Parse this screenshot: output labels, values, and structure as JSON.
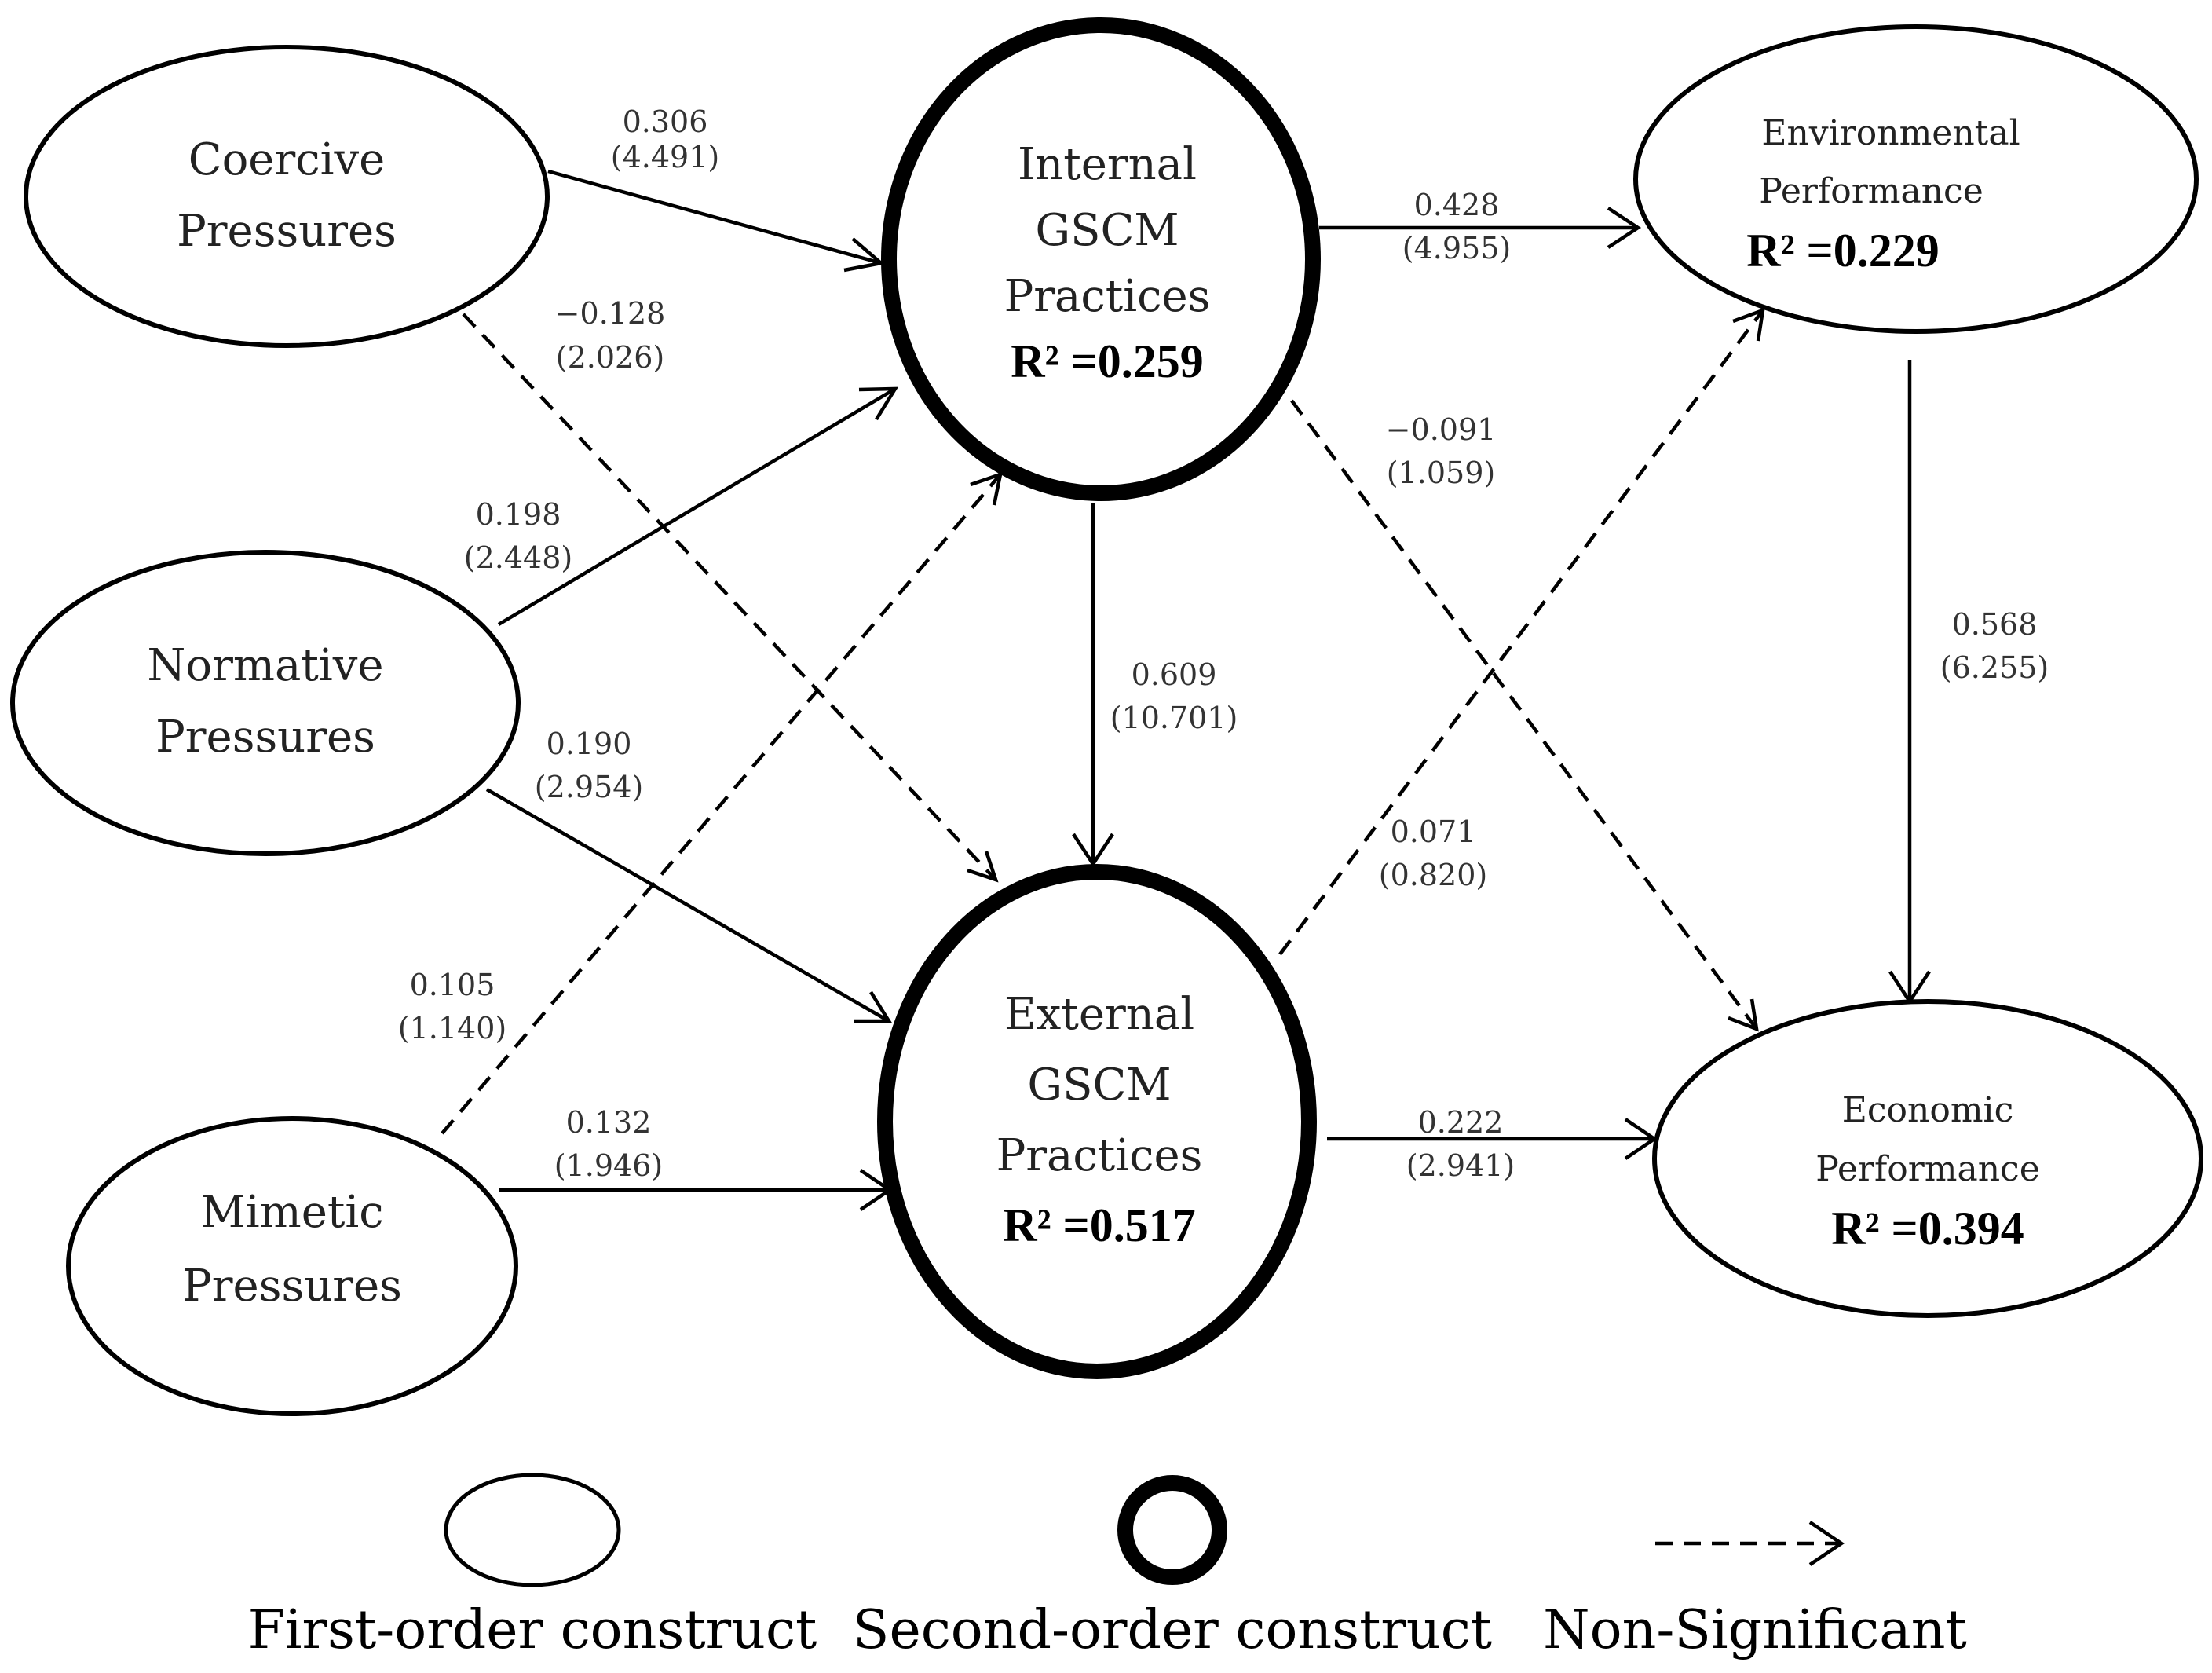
{
  "nodes": {
    "coercive": {
      "line1": "Coercive",
      "line2": "Pressures"
    },
    "normative": {
      "line1": "Normative",
      "line2": "Pressures"
    },
    "mimetic": {
      "line1": "Mimetic",
      "line2": "Pressures"
    },
    "internal": {
      "line1": "Internal",
      "line2": "GSCM",
      "line3": "Practices",
      "r2": "R² =0.259"
    },
    "external": {
      "line1": "External",
      "line2": "GSCM",
      "line3": "Practices",
      "r2": "R² =0.517"
    },
    "environmental": {
      "line1": "Environmental",
      "line2": "Performance",
      "r2": "R² =0.229"
    },
    "economic": {
      "line1": "Economic",
      "line2": "Performance",
      "r2": "R² =0.394"
    }
  },
  "paths": [
    {
      "id": "coercive-internal",
      "coef": "0.306",
      "t": "(4.491)",
      "significant": true
    },
    {
      "id": "coercive-external",
      "coef": "−0.128",
      "t": "(2.026)",
      "significant": false
    },
    {
      "id": "normative-internal",
      "coef": "0.198",
      "t": "(2.448)",
      "significant": true
    },
    {
      "id": "normative-external",
      "coef": "0.190",
      "t": "(2.954)",
      "significant": true
    },
    {
      "id": "mimetic-internal",
      "coef": "0.105",
      "t": "(1.140)",
      "significant": false
    },
    {
      "id": "mimetic-external",
      "coef": "0.132",
      "t": "(1.946)",
      "significant": true
    },
    {
      "id": "internal-environmental",
      "coef": "0.428",
      "t": "(4.955)",
      "significant": true
    },
    {
      "id": "internal-economic",
      "coef": "−0.091",
      "t": "(1.059)",
      "significant": false
    },
    {
      "id": "internal-external",
      "coef": "0.609",
      "t": "(10.701)",
      "significant": true
    },
    {
      "id": "external-environmental",
      "coef": "0.071",
      "t": "(0.820)",
      "significant": false
    },
    {
      "id": "external-economic",
      "coef": "0.222",
      "t": "(2.941)",
      "significant": true
    },
    {
      "id": "environmental-economic",
      "coef": "0.568",
      "t": "(6.255)",
      "significant": true
    }
  ],
  "legend": {
    "first_order": "First-order construct",
    "second_order": "Second-order construct",
    "non_significant": "Non-Significant"
  },
  "colors": {
    "stroke": "#000000",
    "background": "#ffffff"
  }
}
